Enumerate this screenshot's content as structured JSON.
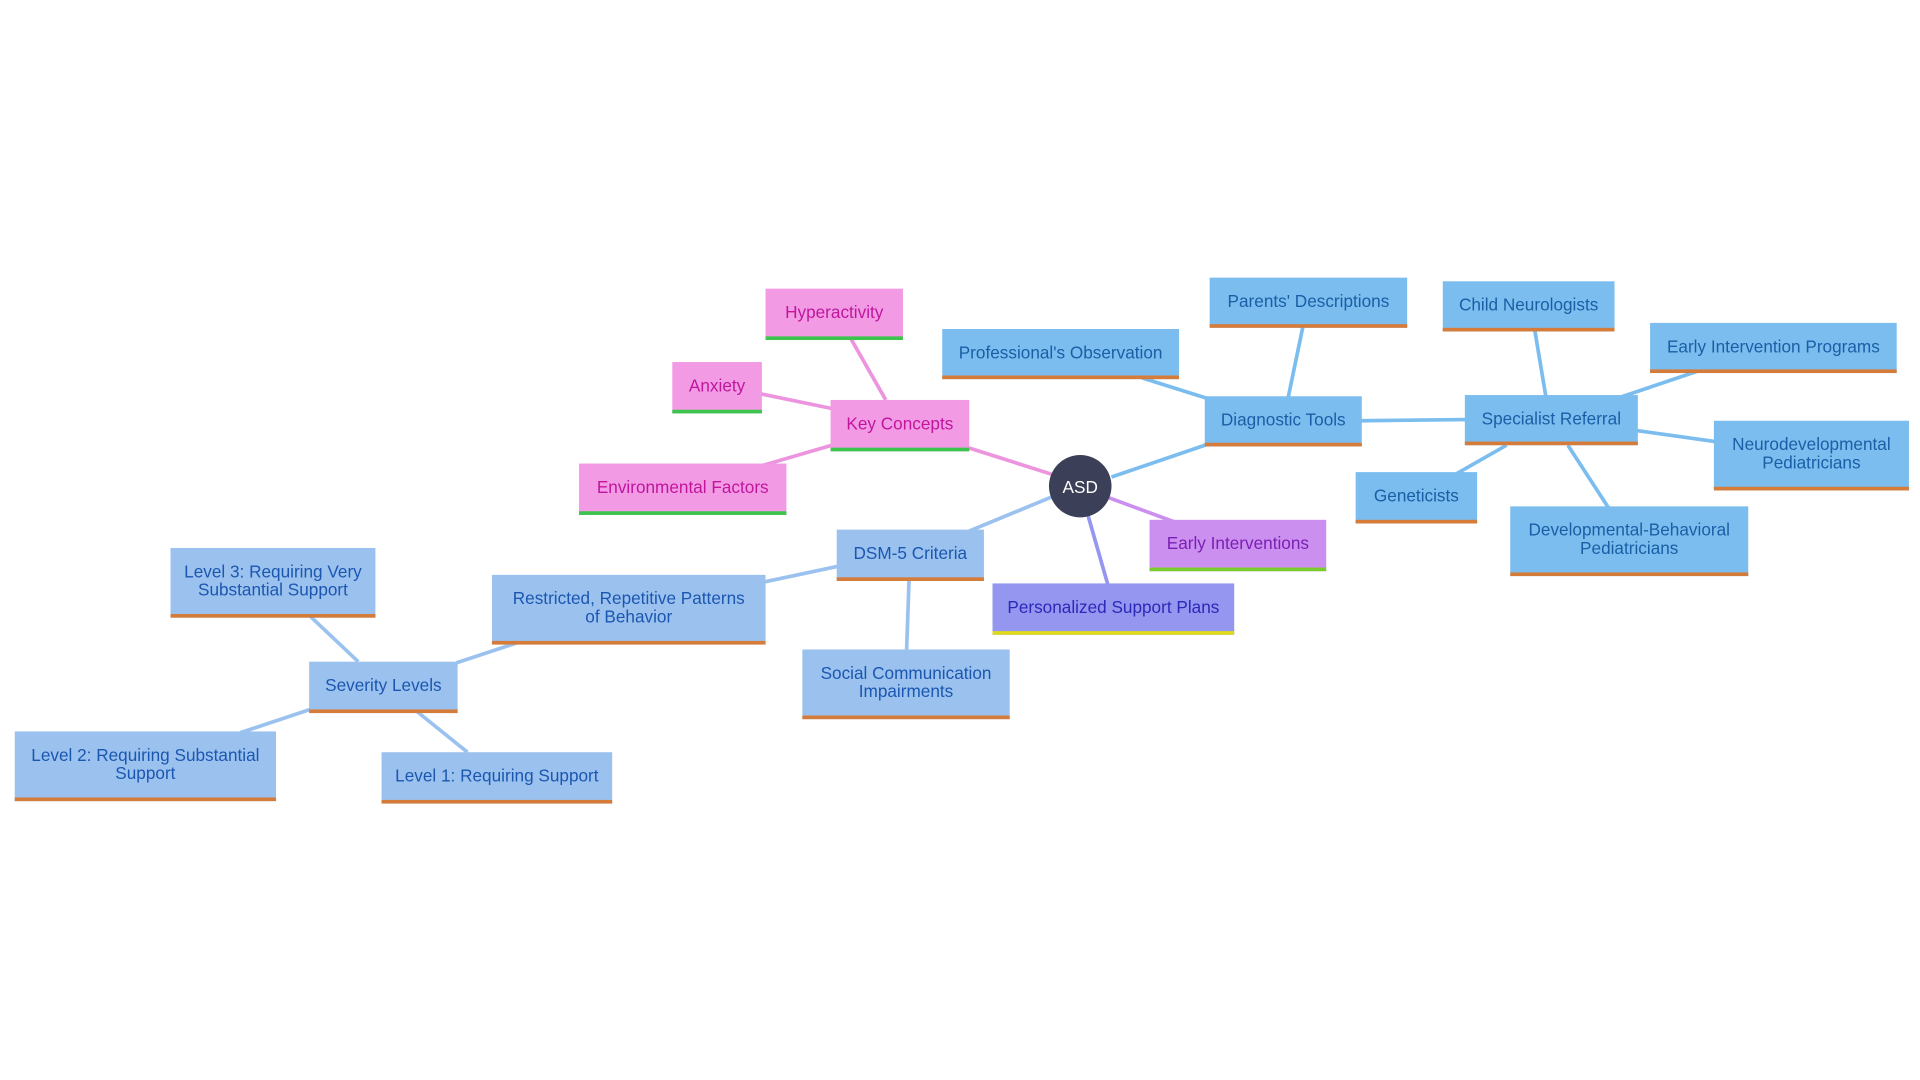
{
  "mindmap": {
    "root": "ASD",
    "nodes": {
      "diagnostic_tools": "Diagnostic Tools",
      "professionals_observation": "Professional's Observation",
      "parents_descriptions": "Parents' Descriptions",
      "specialist_referral": "Specialist Referral",
      "child_neurologists": "Child Neurologists",
      "early_intervention_programs": "Early Intervention Programs",
      "neurodevelopmental_pediatricians": "Neurodevelopmental\nPediatricians",
      "developmental_behavioral_pediatricians": "Developmental-Behavioral\nPediatricians",
      "geneticists": "Geneticists",
      "key_concepts": "Key Concepts",
      "hyperactivity": "Hyperactivity",
      "anxiety": "Anxiety",
      "environmental_factors": "Environmental Factors",
      "early_interventions": "Early Interventions",
      "personalized_support_plans": "Personalized Support Plans",
      "dsm5_criteria": "DSM-5 Criteria",
      "social_communication_impairments": "Social Communication\nImpairments",
      "restricted_repetitive_patterns": "Restricted, Repetitive Patterns\nof Behavior",
      "severity_levels": "Severity Levels",
      "level3": "Level 3: Requiring Very\nSubstantial Support",
      "level2": "Level 2: Requiring Substantial\nSupport",
      "level1": "Level 1: Requiring Support"
    },
    "colors": {
      "root_fill": "#3b3f58",
      "diagnostic_branch": "#7bbdef",
      "dsm_branch": "#9bc2ef",
      "key_concepts_branch": "#f29ae4",
      "early_interventions": "#cb8ff0",
      "personalized_support": "#9496ef",
      "accent_orange": "#d67c3a",
      "accent_green": "#3cc44c",
      "accent_yellow": "#e0d91c"
    }
  }
}
